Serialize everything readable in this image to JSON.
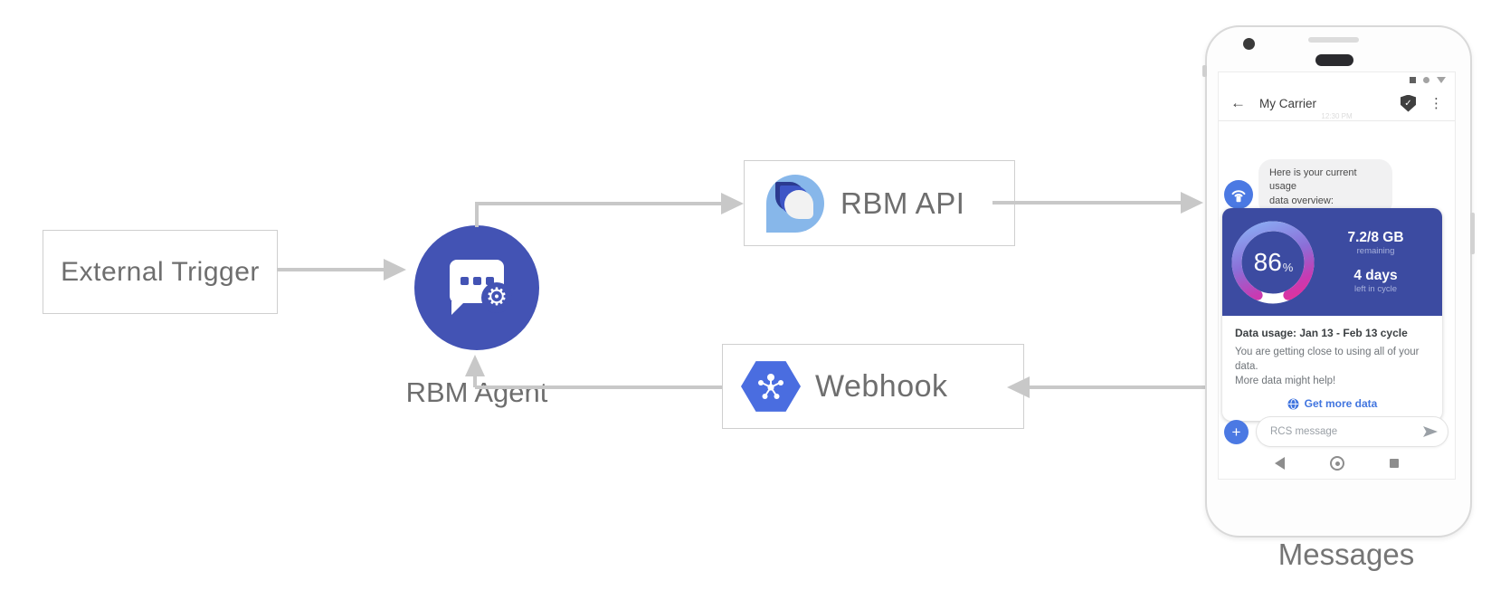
{
  "colors": {
    "agent_indigo": "#4353b4",
    "card_indigo": "#3c4ba1",
    "accent_blue": "#4b79e3",
    "link_blue": "#4175df",
    "gauge_blue": "#8ab6f8",
    "gauge_purple": "#8b6fd8",
    "gauge_pink": "#ee2d90",
    "arrow_gray": "#c8c8c8",
    "label_gray": "#6e6e6e"
  },
  "diagram": {
    "external_trigger_label": "External Trigger",
    "rbm_agent_label": "RBM Agent",
    "rbm_api_label": "RBM API",
    "webhook_label": "Webhook",
    "phone_caption": "Messages"
  },
  "phone": {
    "app_bar": {
      "back_icon": "←",
      "title": "My Carrier",
      "menu_icon": "⋮",
      "verified_check": "✓"
    },
    "timestamp": "12:30 PM",
    "chat_bubble": {
      "line1": "Here is your current usage",
      "line2": "data overview:"
    },
    "usage_card": {
      "percent": "86",
      "percent_symbol": "%",
      "remaining_value": "7.2/8 GB",
      "remaining_label": "remaining",
      "cycle_value": "4 days",
      "cycle_label": "left in cycle",
      "summary_title": "Data usage: Jan 13 - Feb 13 cycle",
      "summary_line1": "You are getting close to using all of your data.",
      "summary_line2": "More data might help!",
      "cta_label": "Get more data"
    },
    "composer": {
      "placeholder": "RCS message",
      "plus_icon": "+"
    }
  }
}
